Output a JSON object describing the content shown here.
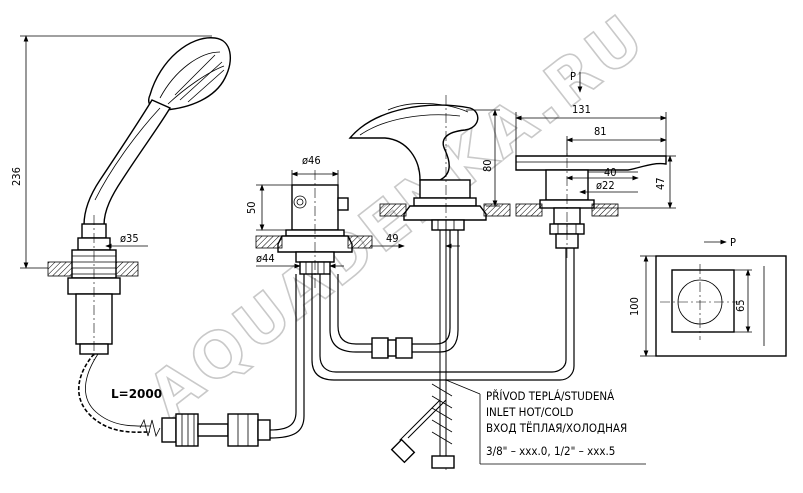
{
  "watermark": "AQUADENKA.RU",
  "dimensions": {
    "shower_height": "236",
    "shower_base_diameter": "ø35",
    "hose_length": "L=2000",
    "valve_diameter": "ø46",
    "valve_height": "50",
    "valve_base_diameter": "ø44",
    "spout_reach": "49",
    "mixer_height": "80",
    "spout_total_length": "131",
    "spout_length": "81",
    "spout_offset": "40",
    "spout_height": "47",
    "spout_base_diameter": "ø22",
    "plate_height": "100",
    "plate_inner": "65"
  },
  "labels": {
    "pressure_top": "P",
    "pressure_side": "P"
  },
  "inlet_note": {
    "line1": "PŘÍVOD TEPLÁ/STUDENÁ",
    "line2": "INLET HOT/COLD",
    "line3": "ВХОД ТЁПЛАЯ/ХОЛОДНАЯ",
    "line4": "3/8\" – xxx.0, 1/2\" – xxx.5"
  }
}
